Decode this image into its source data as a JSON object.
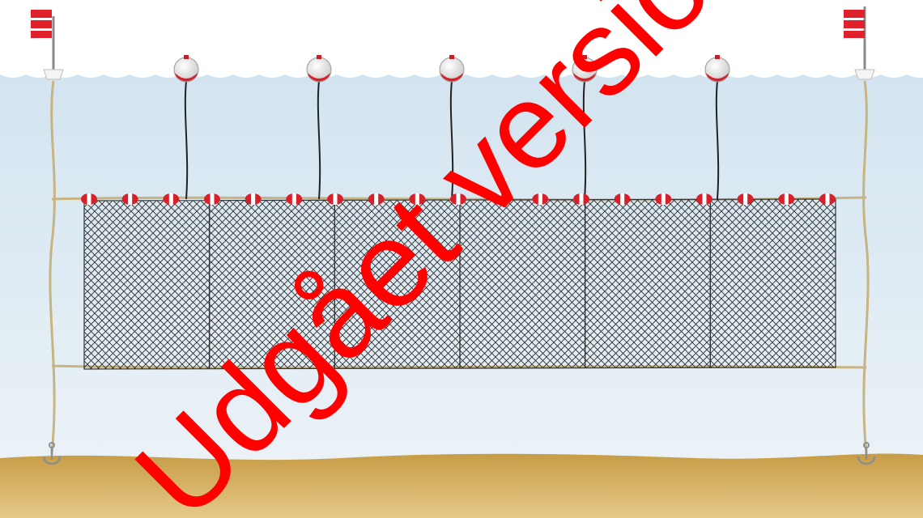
{
  "scene": {
    "description_colors": {
      "sky": "#ffffff",
      "water_top": "#d6e6f1",
      "water_bottom": "#eef4f8",
      "sand_top": "#c9a04c",
      "sand_bottom": "#e3c47e",
      "rope": "#c7b482",
      "net": "#2a2a2a",
      "float_red": "#d8202a",
      "flag_red": "#e0202a",
      "watermark": "#ff0000"
    },
    "icons": {
      "flag": "flag-icon",
      "buoy": "buoy-icon",
      "anchor": "anchor-icon",
      "float": "float-icon"
    },
    "buoy_count": 5,
    "float_count": 19,
    "net_panels": 6
  },
  "watermark": {
    "text": "Udgået version"
  }
}
